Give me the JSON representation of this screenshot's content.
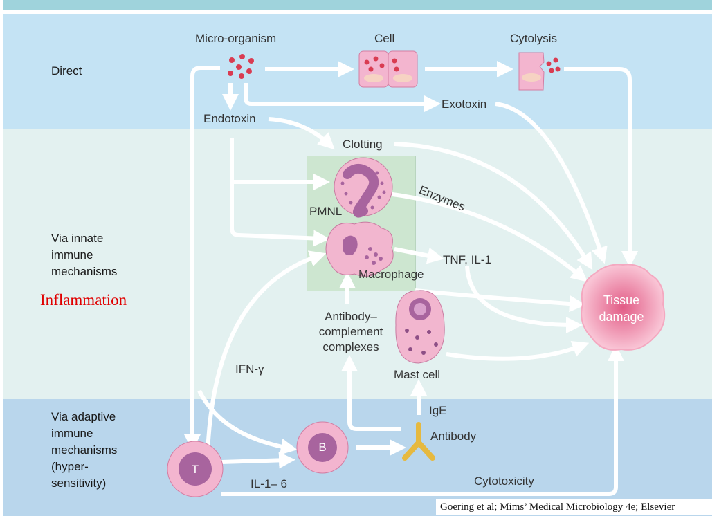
{
  "sections": {
    "direct": "Direct",
    "innate": [
      "Via innate",
      "immune",
      "mechanisms"
    ],
    "adaptive": [
      "Via adaptive",
      "immune",
      "mechanisms",
      "(hyper-",
      "sensitivity)"
    ]
  },
  "overlay_label": "Inflammation",
  "labels": {
    "micro_organism": "Micro-organism",
    "cell": "Cell",
    "cytolysis": "Cytolysis",
    "exotoxin": "Exotoxin",
    "endotoxin": "Endotoxin",
    "clotting": "Clotting",
    "enzymes": "Enzymes",
    "pmnl": "PMNL",
    "macrophage": "Macrophage",
    "tnf": "TNF, IL-1",
    "antibody_complement": [
      "Antibody–",
      "complement",
      "complexes"
    ],
    "mast_cell": "Mast cell",
    "ifn": "IFN-γ",
    "ige": "IgE",
    "antibody": "Antibody",
    "cytotoxicity": "Cytotoxicity",
    "il16": "IL-1– 6",
    "tissue_damage": [
      "Tissue",
      "damage"
    ],
    "b_cell": "B",
    "t_cell": "T"
  },
  "credit": "Goering et al; Mims’ Medical Microbiology 4e; Elsevier",
  "colors": {
    "direct_band": "#c4e3f4",
    "innate_band": "#e3f1f0",
    "adaptive_band": "#b9d6ec",
    "arrow": "#ffffff",
    "cell_pink": "#f2b6cf",
    "nucleus_purple": "#a8649e",
    "accent_red": "#e00000"
  }
}
